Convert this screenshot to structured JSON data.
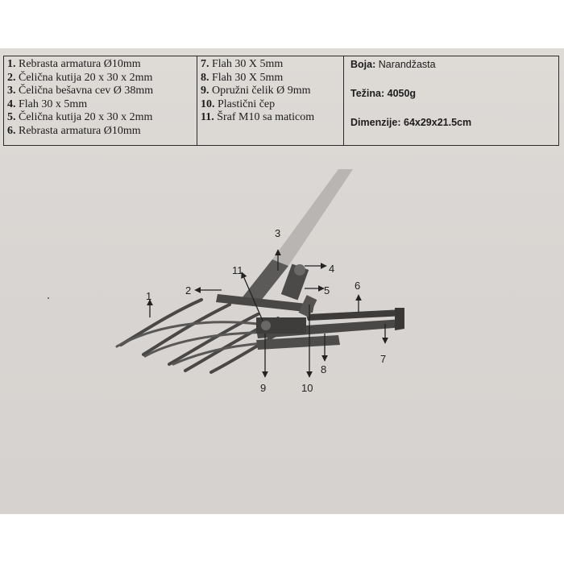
{
  "parts_left": [
    {
      "num": "1.",
      "text": "Rebrasta armatura Ø10mm"
    },
    {
      "num": "2.",
      "text": "Čelična kutija 20 x 30 x 2mm"
    },
    {
      "num": "3.",
      "text": "Čelična bešavna cev Ø 38mm"
    },
    {
      "num": "4.",
      "text": "Flah  30 x 5mm"
    },
    {
      "num": "5.",
      "text": "Čelična kutija 20 x 30 x 2mm"
    },
    {
      "num": "6.",
      "text": "Rebrasta armatura Ø10mm"
    }
  ],
  "parts_mid": [
    {
      "num": "7.",
      "text": "Flah 30 X 5mm"
    },
    {
      "num": "8.",
      "text": "Flah 30 X 5mm"
    },
    {
      "num": "9.",
      "text": "Opružni čelik Ø 9mm"
    },
    {
      "num": "10.",
      "text": "Plastični čep"
    },
    {
      "num": "11.",
      "text": "Šraf  M10 sa maticom"
    }
  ],
  "info": {
    "color_label": "Boja:",
    "color_value": "Narandžasta",
    "weight_label": "Težina:",
    "weight_value": "4050g",
    "dim_label": "Dimenzije:",
    "dim_value": "64x29x21.5cm"
  },
  "callouts": [
    "1",
    "2",
    "3",
    "4",
    "5",
    "6",
    "7",
    "8",
    "9",
    "10",
    "11"
  ]
}
